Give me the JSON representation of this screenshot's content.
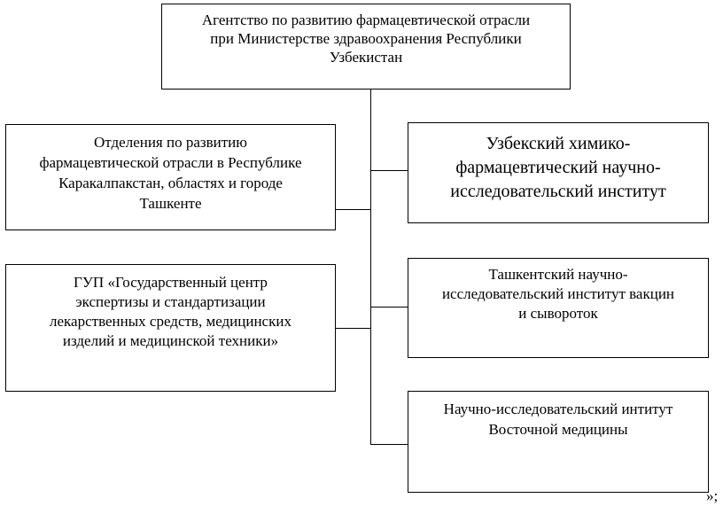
{
  "diagram": {
    "root": "Агентство по развитию фармацевтической отрасли\nпри Министерстве здравоохранения Республики\nУзбекистан",
    "left": [
      "Отделения по развитию\nфармацевтической отрасли в Республике\nКаракалпакстан, областях и городе\nТашкенте",
      "ГУП «Государственный центр\nэкспертизы и стандартизации\nлекарственных средств, медицинских\nизделий и медицинской техники»"
    ],
    "right": [
      "Узбекский химико-\nфармацевтический научно-\nисследовательский институт",
      "Ташкентский научно-\nисследовательский институт вакцин\nи сывороток",
      "Научно-исследовательский интитут\nВосточной медицины"
    ],
    "trailing_text": "»;"
  }
}
